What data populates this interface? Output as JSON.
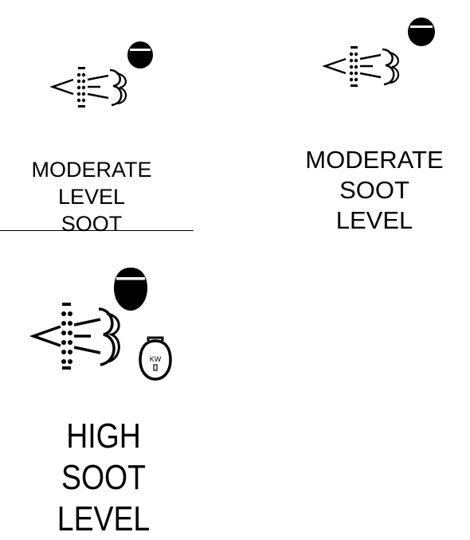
{
  "panels": [
    {
      "caption_lines": [
        "MODERATE",
        "LEVEL",
        "SOOT"
      ],
      "icons": [
        "exhaust-filter-icon",
        "soot-indicator-icon"
      ]
    },
    {
      "caption_lines": [
        "MODERATE",
        "SOOT",
        "LEVEL"
      ],
      "icons": [
        "exhaust-filter-icon",
        "soot-indicator-icon"
      ]
    },
    {
      "caption_lines": [
        "HIGH SOOT",
        "LEVEL"
      ],
      "icons": [
        "exhaust-filter-icon",
        "soot-indicator-icon",
        "engine-power-warning-icon"
      ],
      "power_icon_label": "KW"
    }
  ],
  "colors": {
    "ink": "#000000",
    "background": "#ffffff"
  }
}
